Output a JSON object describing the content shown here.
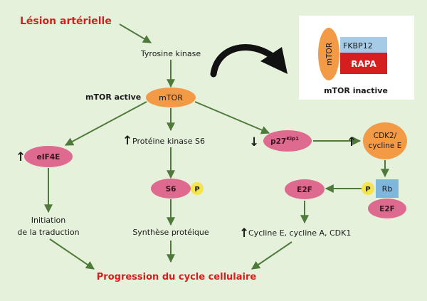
{
  "colors": {
    "background": "#e6f1dc",
    "arrow": "#4f7a3c",
    "pink_node": "#de6a8f",
    "orange_node": "#f39a46",
    "p_badge": "#f4e54a",
    "rb_box": "#7fb6dd",
    "rapa_box": "#d51f1f",
    "fkbp_box": "#a5cbe6",
    "red_text": "#d51f1f"
  },
  "labels": {
    "lesion": "Lésion artérielle",
    "tyrosine": "Tyrosine kinase",
    "mtor_active": "mTOR active",
    "prot_kinase": "Protéine kinase S6",
    "synthese": "Synthèse protéique",
    "initiation_1": "Initiation",
    "initiation_2": "de la traduction",
    "cyclines": "Cycline E, cycline A, CDK1",
    "progression": "Progression du cycle cellulaire"
  },
  "nodes": {
    "mtor": "mTOR",
    "eif4e": "eIF4E",
    "s6": "S6",
    "p27_base": "p27",
    "p27_sup": "Kip1",
    "cdk2_1": "CDK2/",
    "cdk2_2": "cycline E",
    "e2f_left": "E2F",
    "e2f_right": "E2F",
    "rb": "Rb",
    "p": "P"
  },
  "symbols": {
    "up": "↑",
    "down": "↓"
  },
  "inset": {
    "mtor": "mTOR",
    "fkbp": "FKBP12",
    "rapa": "RAPA",
    "caption": "mTOR inactive"
  },
  "icons": {
    "curved_arrow": "curved-arrow-icon"
  }
}
